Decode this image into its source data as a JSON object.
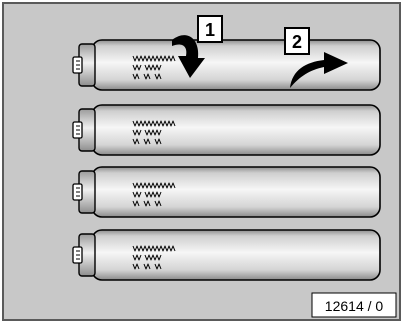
{
  "figure": {
    "steps": [
      {
        "label": "1",
        "motion": "rotate"
      },
      {
        "label": "2",
        "motion": "pull-out"
      }
    ],
    "tube_count": 4,
    "tube_marking_lines": 3,
    "reference_code": "12614 / 0",
    "colors": {
      "background": "#c8c8c8",
      "frame": "#5a5a5a",
      "tube_highlight": "#f6f6f6",
      "tube_shadow": "#9a9a9a",
      "ink": "#000000"
    }
  }
}
